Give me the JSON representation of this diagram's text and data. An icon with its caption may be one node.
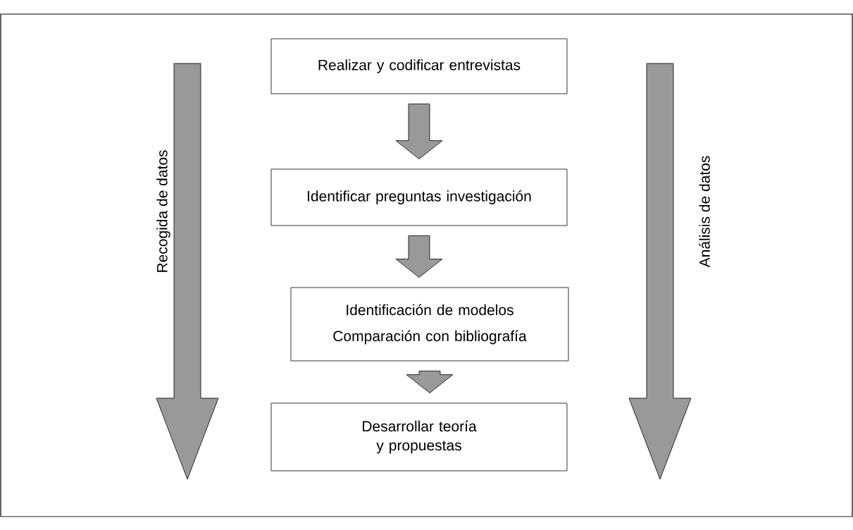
{
  "diagram": {
    "nodes": [
      {
        "text": [
          "Realizar y codificar entrevistas"
        ]
      },
      {
        "text": [
          "Identificar preguntas investigación"
        ]
      },
      {
        "text": [
          "Identificación de modelos",
          "Comparación con bibliografía"
        ]
      },
      {
        "text": [
          "Desarrollar teoría y propuestas"
        ]
      }
    ],
    "edges": [
      {
        "from": 0,
        "to": 1,
        "arrow": "to"
      },
      {
        "from": 1,
        "to": 2,
        "arrow": "to"
      },
      {
        "from": 2,
        "to": 3,
        "arrow": "to"
      }
    ],
    "labels": [
      "Recogida de datos",
      "Análisis de datos"
    ]
  }
}
